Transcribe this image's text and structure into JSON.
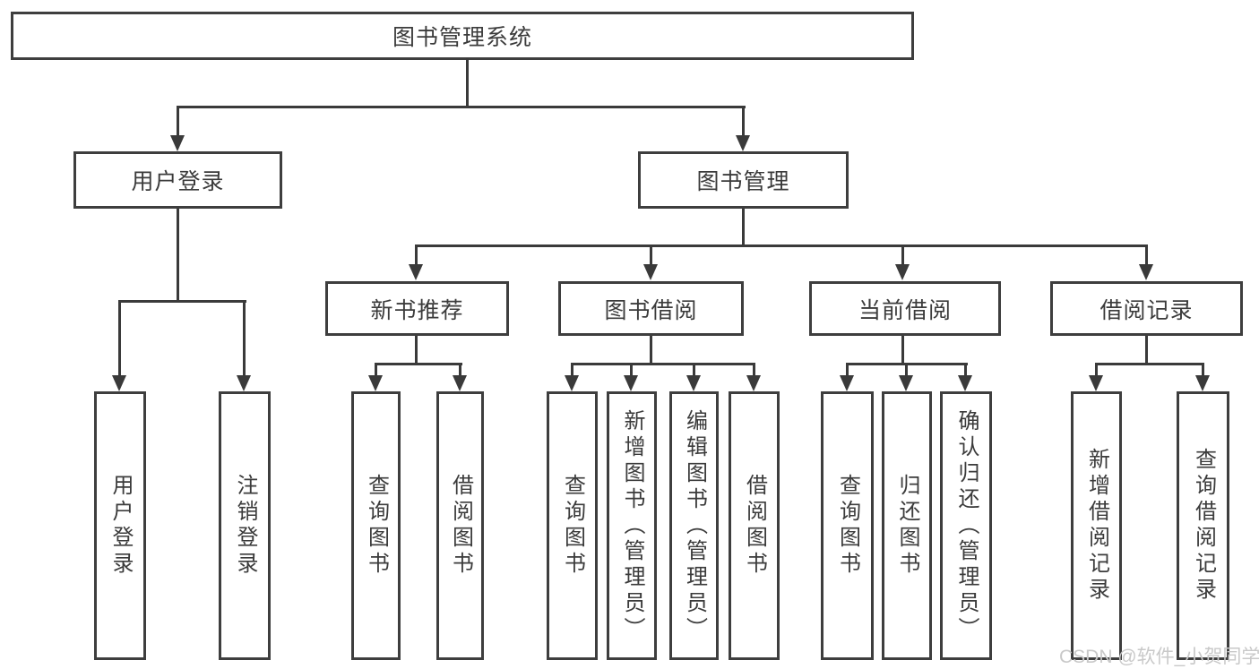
{
  "diagram": {
    "root": {
      "label": "图书管理系统"
    },
    "level2": [
      {
        "label": "用户登录"
      },
      {
        "label": "图书管理"
      }
    ],
    "level3": [
      {
        "label": "新书推荐"
      },
      {
        "label": "图书借阅"
      },
      {
        "label": "当前借阅"
      },
      {
        "label": "借阅记录"
      }
    ],
    "leaves": {
      "user_login": [
        {
          "label": "用户登录"
        },
        {
          "label": "注销登录"
        }
      ],
      "new_books": [
        {
          "label": "查询图书"
        },
        {
          "label": "借阅图书"
        }
      ],
      "book_borrow": [
        {
          "label": "查询图书"
        },
        {
          "label": "新增图书（管理员）"
        },
        {
          "label": "编辑图书（管理员）"
        },
        {
          "label": "借阅图书"
        }
      ],
      "current_borrow": [
        {
          "label": "查询图书"
        },
        {
          "label": "归还图书"
        },
        {
          "label": "确认归还（管理员）"
        }
      ],
      "borrow_records": [
        {
          "label": "新增借阅记录"
        },
        {
          "label": "查询借阅记录"
        }
      ]
    },
    "watermark": "CSDN @软件_小贺同学",
    "colors": {
      "line": "#3a3a3a",
      "text": "#3b3b3b",
      "watermark": "#c9c9c9",
      "background": "#ffffff"
    }
  }
}
